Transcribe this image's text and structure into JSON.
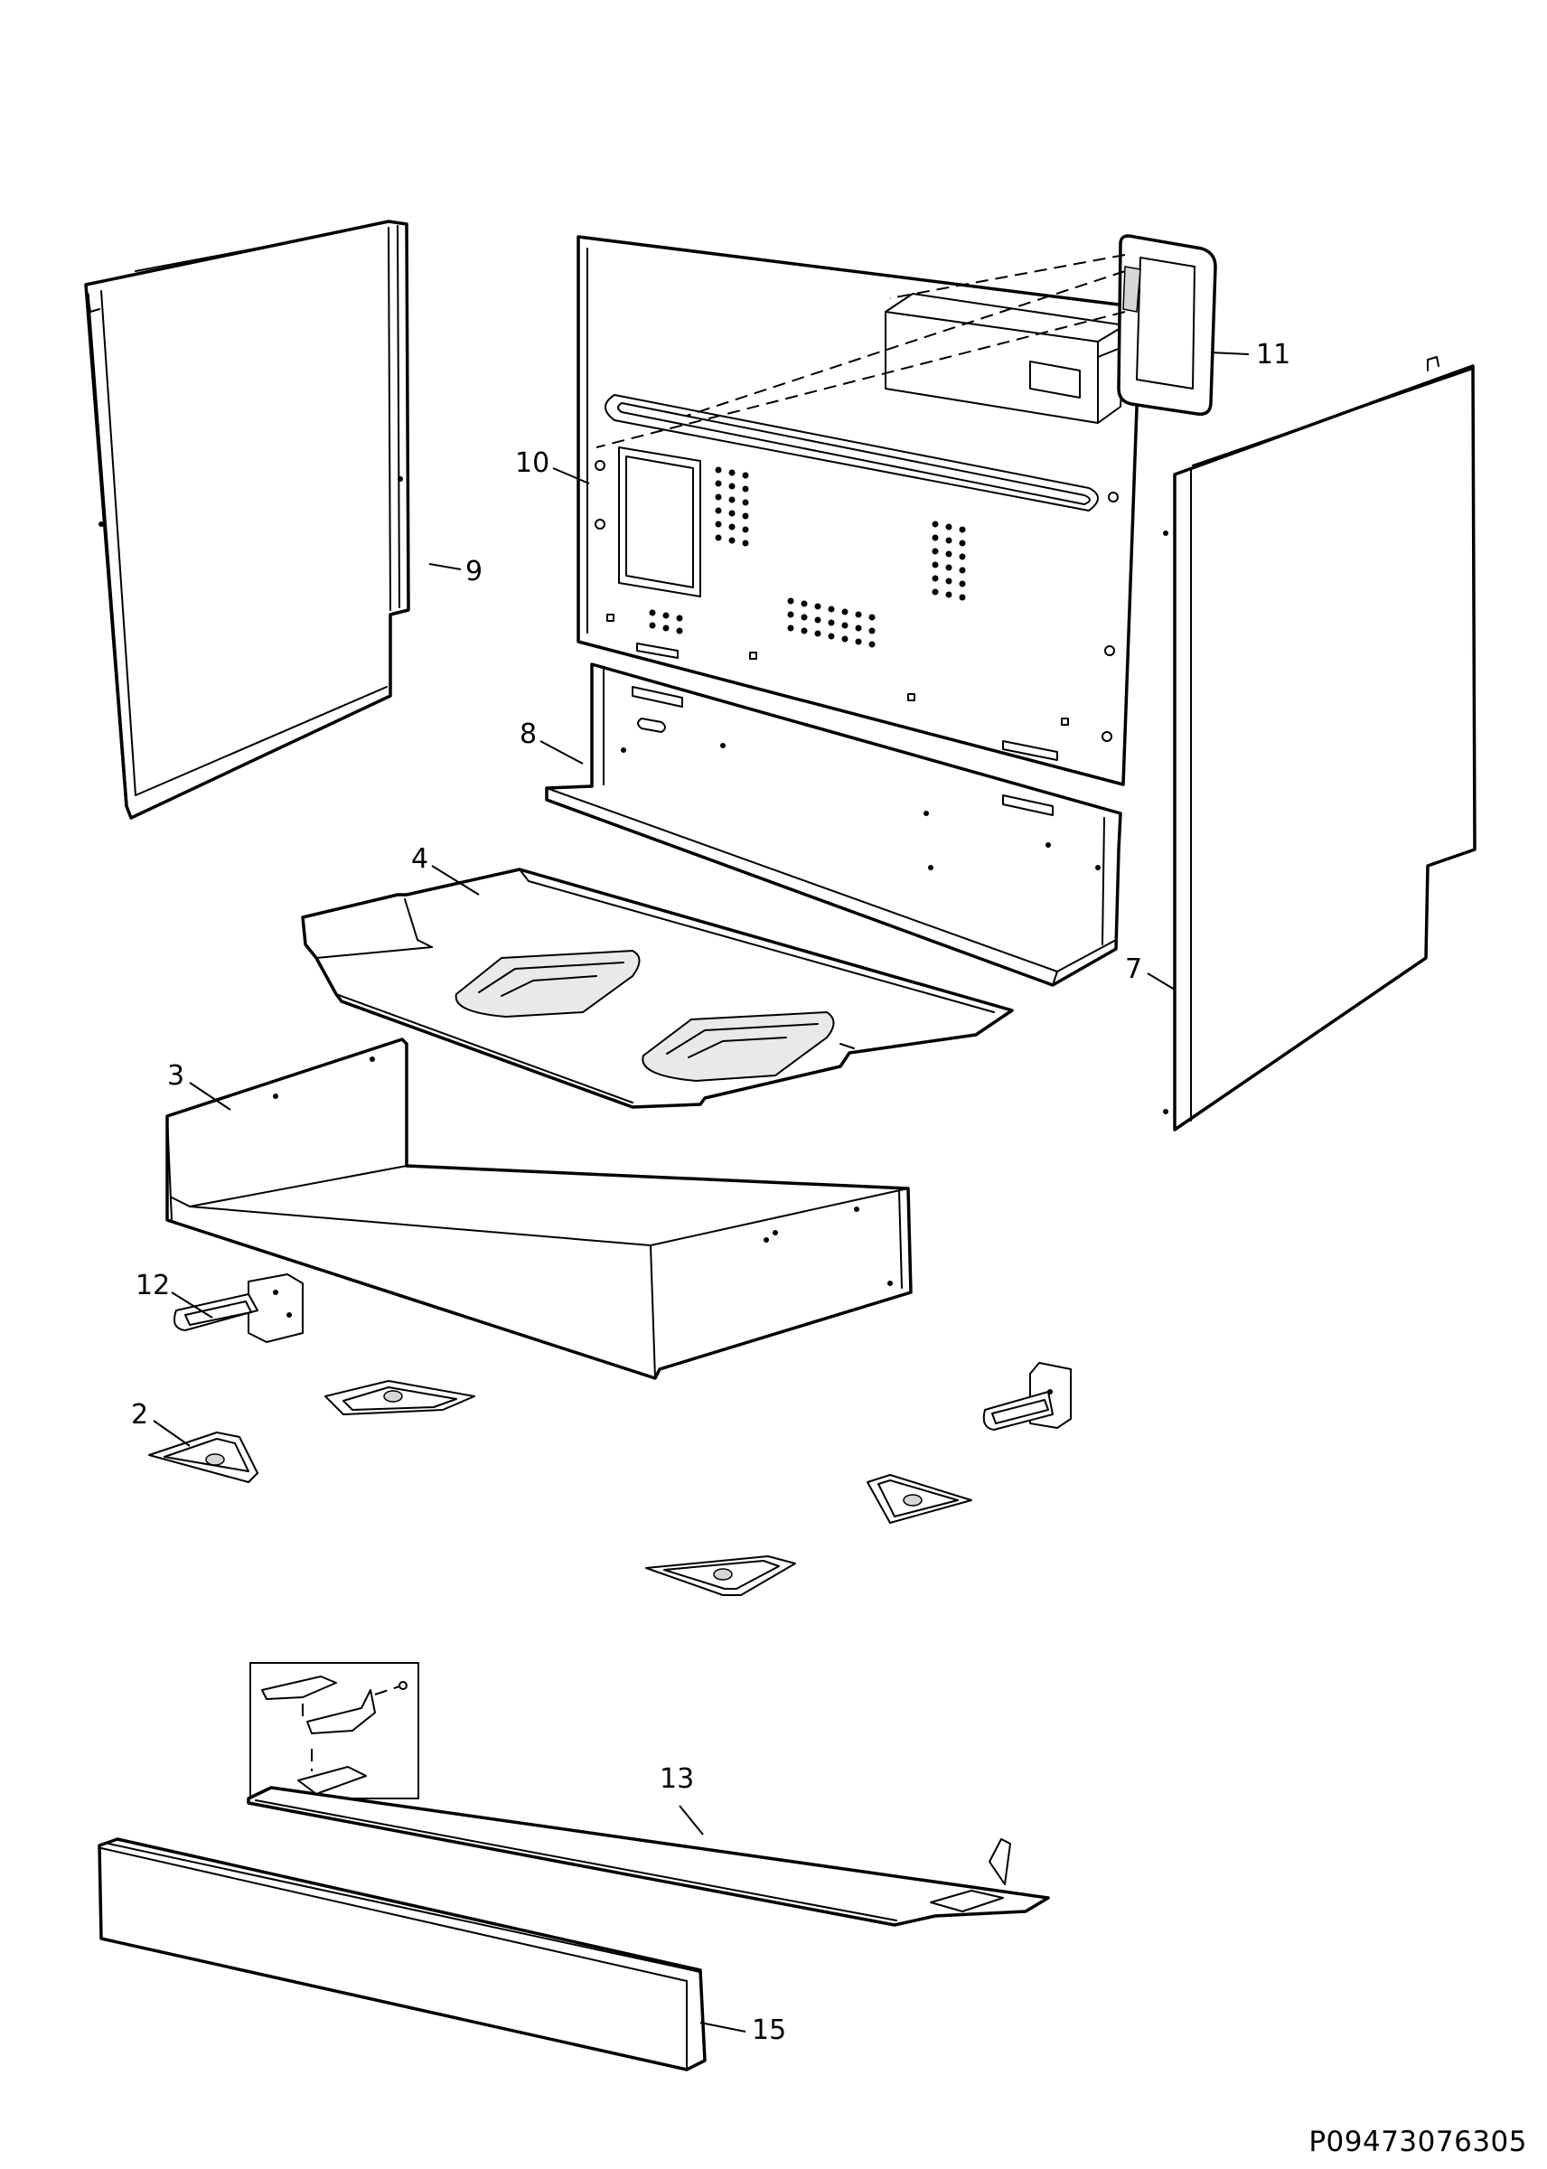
{
  "document_code": "P09473076305",
  "callouts": [
    {
      "id": "label-9",
      "text": "9"
    },
    {
      "id": "label-10",
      "text": "10"
    },
    {
      "id": "label-11",
      "text": "11"
    },
    {
      "id": "label-8",
      "text": "8"
    },
    {
      "id": "label-4",
      "text": "4"
    },
    {
      "id": "label-7",
      "text": "7"
    },
    {
      "id": "label-3",
      "text": "3"
    },
    {
      "id": "label-12",
      "text": "12"
    },
    {
      "id": "label-2",
      "text": "2"
    },
    {
      "id": "label-13",
      "text": "13"
    },
    {
      "id": "label-15",
      "text": "15"
    }
  ]
}
